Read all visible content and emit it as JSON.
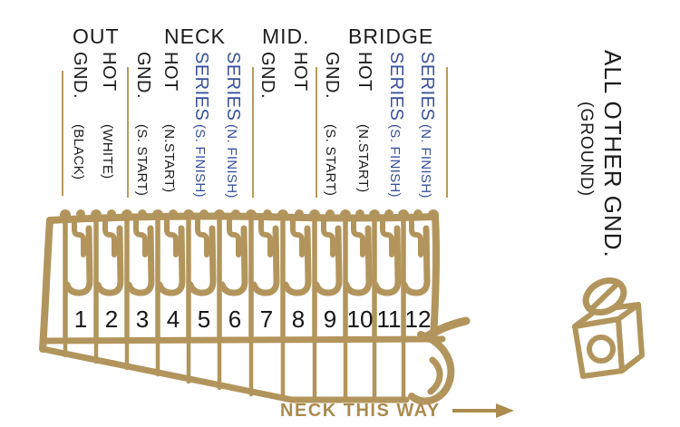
{
  "groups": [
    {
      "name": "OUT",
      "labels": [
        {
          "main": "GND.",
          "sub": "(BLACK)"
        },
        {
          "main": "HOT",
          "sub": "(WHITE)"
        }
      ]
    },
    {
      "name": "NECK",
      "labels": [
        {
          "main": "GND.",
          "sub": "(S. START)"
        },
        {
          "main": "HOT",
          "sub": "(N.START)"
        },
        {
          "main": "SERIES",
          "sub": "(S. FINISH)"
        },
        {
          "main": "SERIES",
          "sub": "(N. FINISH)"
        }
      ]
    },
    {
      "name": "MID.",
      "labels": [
        {
          "main": "GND.",
          "sub": ""
        },
        {
          "main": "HOT",
          "sub": ""
        }
      ]
    },
    {
      "name": "BRIDGE",
      "labels": [
        {
          "main": "GND.",
          "sub": "(S. START)"
        },
        {
          "main": "HOT",
          "sub": "(N.START)"
        },
        {
          "main": "SERIES",
          "sub": "(S. FINISH)"
        },
        {
          "main": "SERIES",
          "sub": "(N. FINISH)"
        }
      ]
    }
  ],
  "connector": {
    "pins": [
      "1",
      "2",
      "3",
      "4",
      "5",
      "6",
      "7",
      "8",
      "9",
      "10",
      "11",
      "12"
    ],
    "direction_label": "NECK THIS WAY"
  },
  "right_panel": {
    "all_other_gnd": "ALL OTHER GND.",
    "ground": "(GROUND)",
    "icon": "ground-lug-icon"
  },
  "colors": {
    "gold": "#b2955c",
    "blue": "#3a519c",
    "text": "#1c1c1c",
    "background": "#ffffff"
  }
}
